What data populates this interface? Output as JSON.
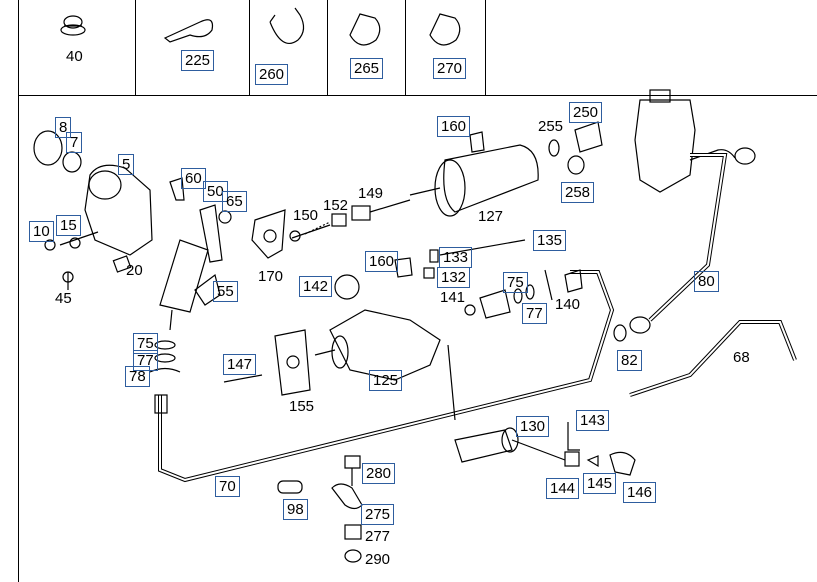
{
  "header": {
    "cells": [
      "40",
      "225",
      "260",
      "265",
      "270"
    ]
  },
  "callouts": {
    "c8": "8",
    "c7": "7",
    "c5": "5",
    "c10": "10",
    "c15": "15",
    "c20": "20",
    "c45": "45",
    "c60": "60",
    "c50": "50",
    "c65": "65",
    "c55": "55",
    "c75a": "75",
    "c77a": "77",
    "c78": "78",
    "c150": "150",
    "c152": "152",
    "c149": "149",
    "c170": "170",
    "c160a": "160",
    "c127": "127",
    "c255": "255",
    "c250": "250",
    "c258": "258",
    "c80": "80",
    "c160b": "160",
    "c133": "133",
    "c135": "135",
    "c142": "142",
    "c132": "132",
    "c141": "141",
    "c75b": "75",
    "c77b": "77",
    "c140": "140",
    "c82": "82",
    "c68": "68",
    "c147": "147",
    "c155": "155",
    "c125": "125",
    "c130": "130",
    "c143": "143",
    "c144": "144",
    "c145": "145",
    "c146": "146",
    "c70": "70",
    "c280": "280",
    "c98": "98",
    "c275": "275",
    "c277": "277",
    "c290": "290"
  }
}
